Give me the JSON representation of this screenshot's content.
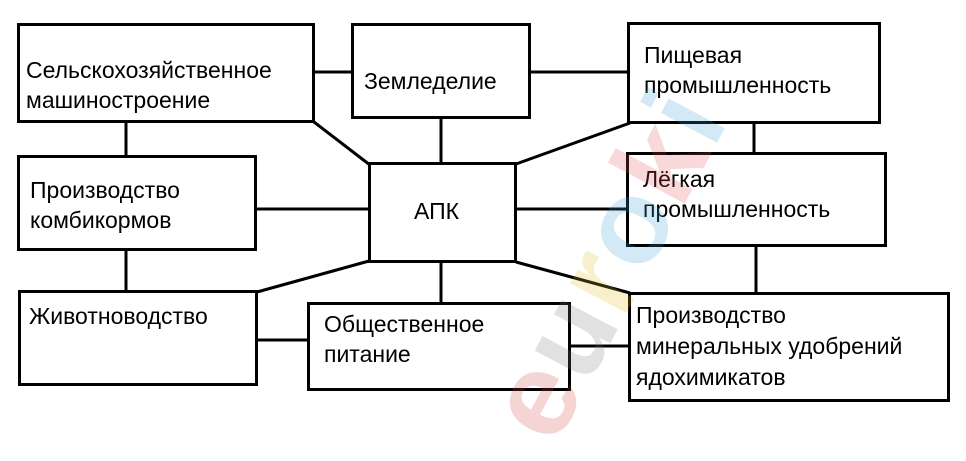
{
  "colors": {
    "line": "#000000",
    "box_border": "#000000",
    "box_fill": "#ffffff",
    "watermark": [
      "#d64040",
      "#7a7a7a",
      "#e0c020",
      "#3aa0d8",
      "#e05050"
    ]
  },
  "nodes": {
    "selkhoz": "Сельскохозяйственное\nмашиностроение",
    "zemledelie": "Земледелие",
    "pishchevaya": "Пищевая\nпромышленность",
    "kombikorma": "Производство\nкомбикормов",
    "apk": "АПК",
    "legkaya": "Лёгкая\nпромышленность",
    "zhivotnovodstvo": "Животноводство",
    "obshchepit": "Общественное\nпитание",
    "udobreniya": "Производство\nминеральных удобрений\nядохимикатов"
  },
  "watermark": {
    "text": "euroki",
    "icon": "euroki-logo-watermark"
  }
}
